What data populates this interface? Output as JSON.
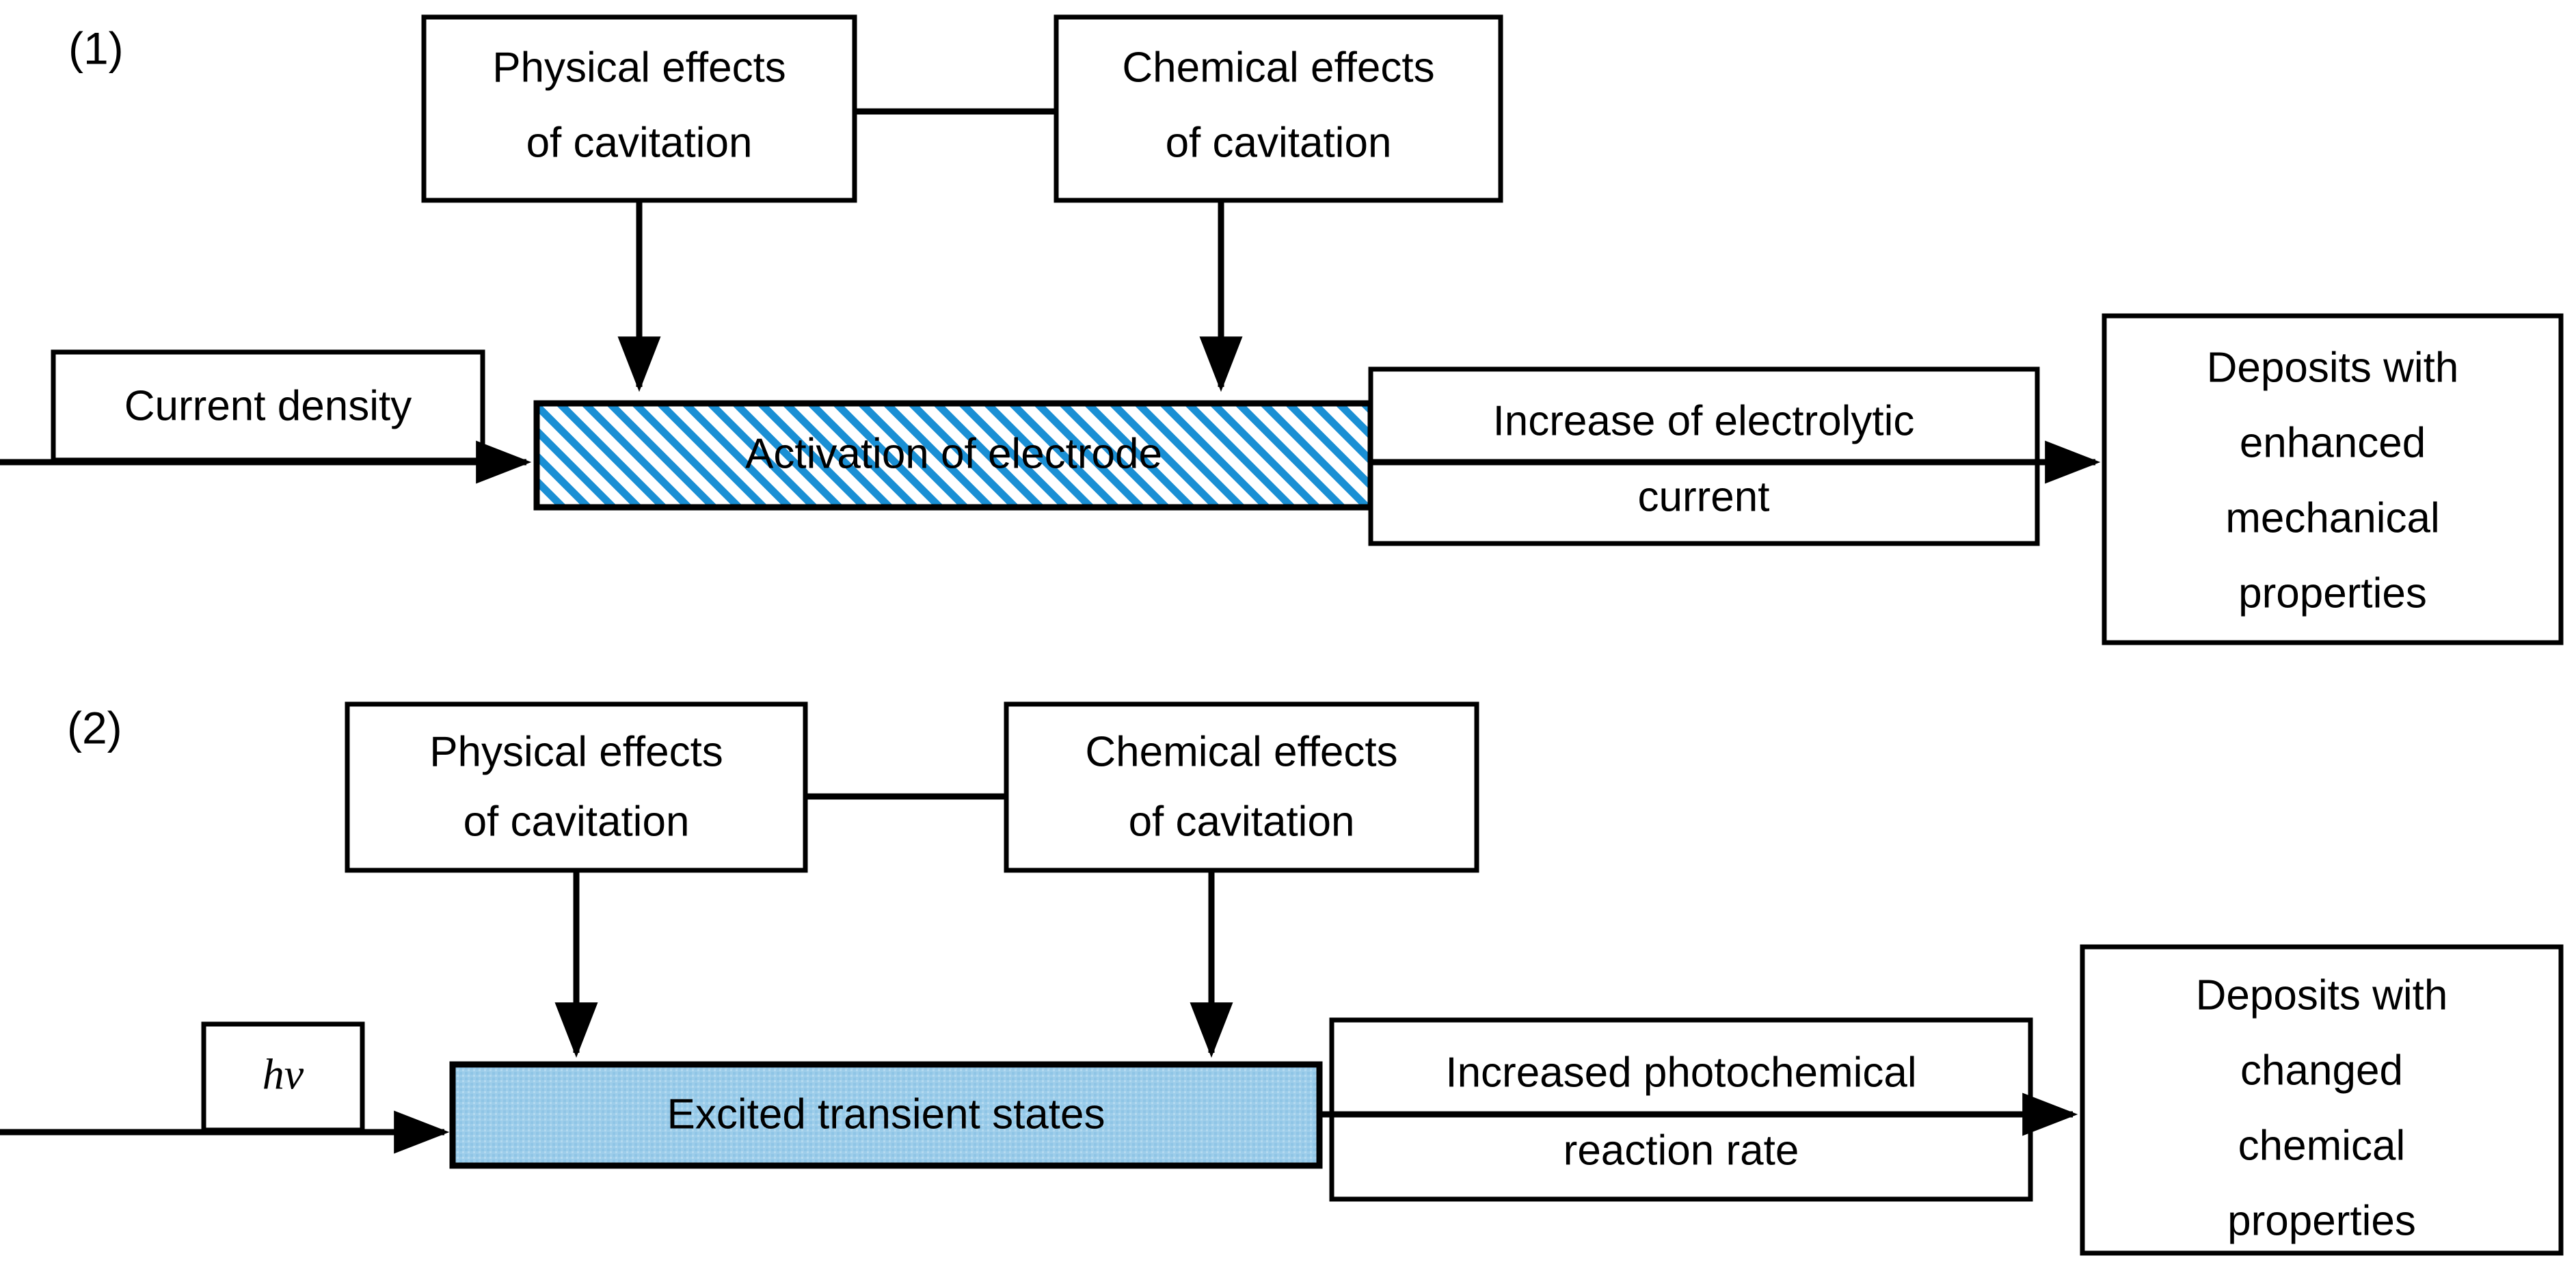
{
  "figure": {
    "type": "flow-diagram",
    "panels": [
      {
        "id": "panel-1",
        "label": "(1)",
        "nodes": {
          "physical_effects": "Physical effects\nof cavitation",
          "physical_effects_line1": "Physical effects",
          "physical_effects_line2": "of cavitation",
          "chemical_effects_line1": "Chemical effects",
          "chemical_effects_line2": "of cavitation",
          "input": "Current density",
          "process": "Activation of electrode",
          "intermediate_line1": "Increase of electrolytic",
          "intermediate_line2": "current",
          "output_line1": "Deposits with",
          "output_line2": "enhanced",
          "output_line3": "mechanical",
          "output_line4": "properties"
        }
      },
      {
        "id": "panel-2",
        "label": "(2)",
        "nodes": {
          "physical_effects_line1": "Physical effects",
          "physical_effects_line2": "of cavitation",
          "chemical_effects_line1": "Chemical effects",
          "chemical_effects_line2": "of cavitation",
          "input": "hv",
          "process": "Excited transient states",
          "intermediate_line1": "Increased photochemical",
          "intermediate_line2": "reaction rate",
          "output_line1": "Deposits with",
          "output_line2": "changed",
          "output_line3": "chemical",
          "output_line4": "properties"
        }
      }
    ]
  },
  "colors": {
    "stroke": "#000000",
    "background": "#ffffff",
    "hatch_blue": "#1a8fd4",
    "fill_light_blue": "#9dcdea",
    "text": "#000000"
  }
}
